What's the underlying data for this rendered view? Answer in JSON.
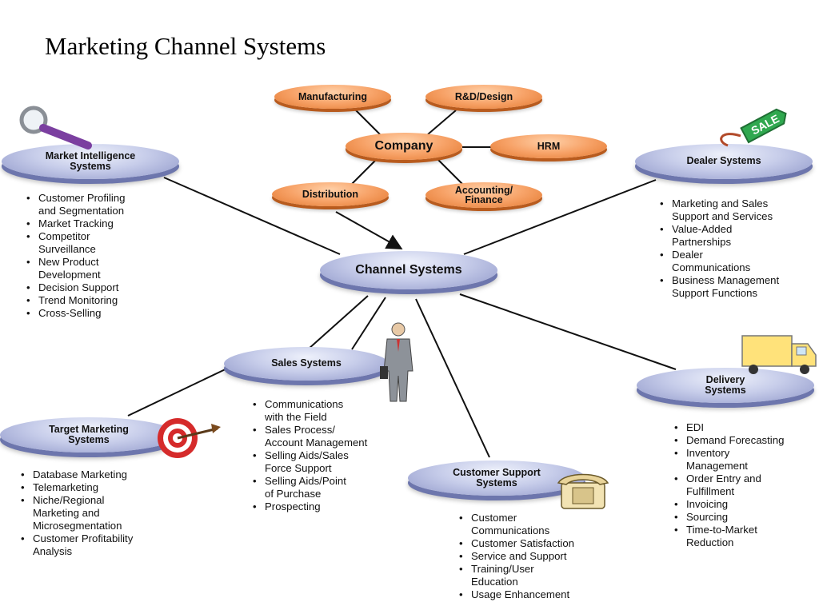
{
  "title": "Marketing Channel Systems",
  "company": {
    "center": "Company",
    "manufacturing": "Manufacturing",
    "rnd": "R&D/Design",
    "hrm": "HRM",
    "distribution": "Distribution",
    "accounting": "Accounting/\nFinance"
  },
  "channel": "Channel Systems",
  "market_intel": {
    "label": "Market Intelligence\nSystems",
    "items": [
      "Customer Profiling\nand Segmentation",
      "Market Tracking",
      "Competitor\nSurveillance",
      "New Product\nDevelopment",
      "Decision Support",
      "Trend Monitoring",
      "Cross-Selling"
    ]
  },
  "dealer": {
    "label": "Dealer Systems",
    "items": [
      "Marketing and Sales\nSupport and Services",
      "Value-Added\nPartnerships",
      "Dealer\nCommunications",
      "Business Management\nSupport Functions"
    ]
  },
  "sales": {
    "label": "Sales Systems",
    "items": [
      "Communications\nwith the Field",
      "Sales Process/\nAccount Management",
      "Selling Aids/Sales\nForce Support",
      "Selling Aids/Point\nof Purchase",
      "Prospecting"
    ]
  },
  "delivery": {
    "label": "Delivery\nSystems",
    "items": [
      "EDI",
      "Demand Forecasting",
      "Inventory\nManagement",
      "Order Entry and\nFulfillment",
      "Invoicing",
      "Sourcing",
      "Time-to-Market\nReduction"
    ]
  },
  "target": {
    "label": "Target Marketing\nSystems",
    "items": [
      "Database Marketing",
      "Telemarketing",
      "Niche/Regional\nMarketing and\nMicrosegmentation",
      "Customer Profitability\nAnalysis"
    ]
  },
  "support": {
    "label": "Customer Support\nSystems",
    "items": [
      "Customer\nCommunications",
      "Customer Satisfaction",
      "Service and Support",
      "Training/User\nEducation",
      "Usage Enhancement"
    ]
  },
  "sale_tag": "SALE",
  "icons": [
    "magnifier-icon",
    "sale-tag-icon",
    "businessman-icon",
    "truck-icon",
    "target-icon",
    "telephone-icon"
  ],
  "colors": {
    "disc": "#c7cdea",
    "pill": "#f7a267",
    "wire": "#111111"
  }
}
